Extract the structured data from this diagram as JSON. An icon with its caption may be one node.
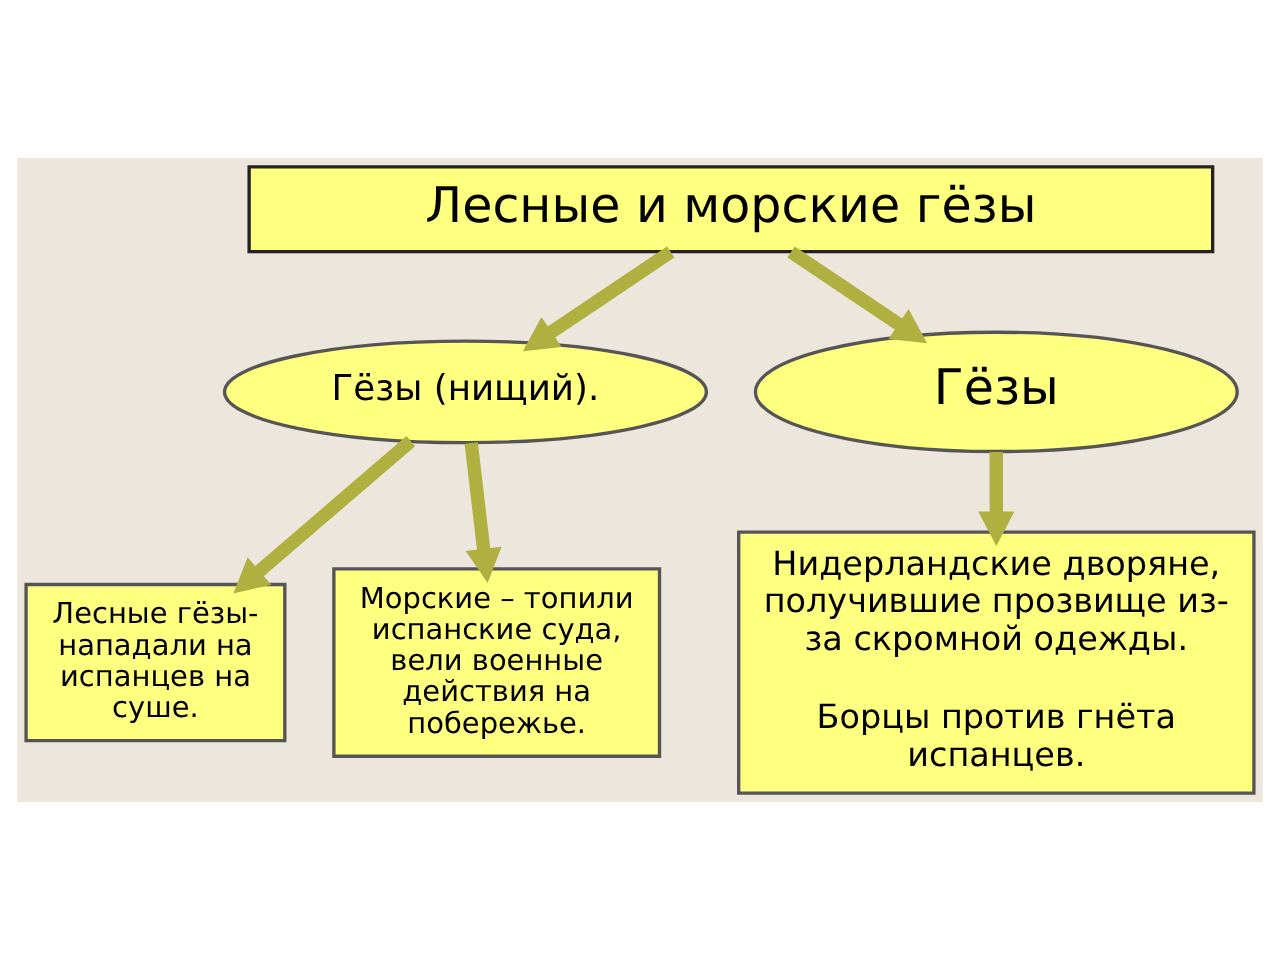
{
  "diagram": {
    "nodes": [
      {
        "text": [
          "Лесные и морские гёзы"
        ]
      },
      {
        "text": [
          "Гёзы (нищий)."
        ]
      },
      {
        "text": [
          "Гёзы"
        ]
      },
      {
        "text": [
          "Лесные гёзы- нападали на испанцев на суше."
        ]
      },
      {
        "text": [
          "Морские – топили испанские суда, вели военные действия на побережье."
        ]
      },
      {
        "text": [
          "Нидерландские дворяне, получившие прозвище из-за скромной одежды.",
          "Борцы против гнёта испанцев."
        ]
      }
    ],
    "edges": [
      {
        "from": 0,
        "to": 1,
        "arrow": "to"
      },
      {
        "from": 0,
        "to": 2,
        "arrow": "to"
      },
      {
        "from": 1,
        "to": 3,
        "arrow": "to"
      },
      {
        "from": 1,
        "to": 4,
        "arrow": "to"
      },
      {
        "from": 2,
        "to": 5,
        "arrow": "to"
      }
    ]
  }
}
